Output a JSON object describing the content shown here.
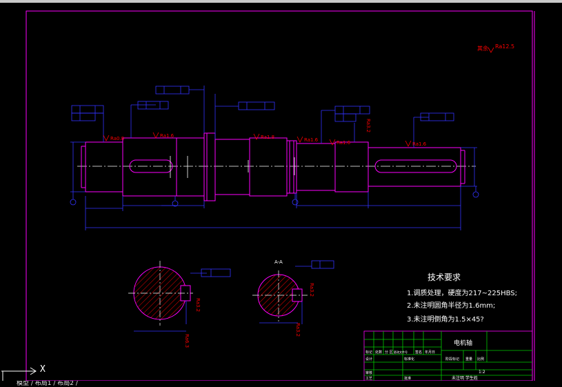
{
  "drawing": {
    "roughness_note": "其余",
    "roughness_value_main": "Ra12.5",
    "roughness_labels": [
      "Ra0.8",
      "Ra1.6",
      "Ra1.8",
      "Ra1.6",
      "Ra1.6",
      "Ra1.6",
      "Ra3.2",
      "Ra3.2",
      "Ra6.3",
      "Ra3.2",
      "Ra3.2",
      "Ra3.2"
    ],
    "section_label": "A-A",
    "tech_title": "技术要求",
    "tech_items": [
      "1.调质处理，硬度为217~225HBS;",
      "2.未注明圆角半径为1.6mm;",
      "3.未注明倒角为1.5×45?"
    ],
    "title_block": {
      "part_name": "电机轴",
      "scale": "1:2",
      "school": "未注明 学生姓",
      "headers": [
        "标记",
        "处数",
        "分 区",
        "更改文件号",
        "签名",
        "年月日"
      ],
      "rows": [
        "设计",
        "标准化",
        "审核",
        "工艺",
        "批准"
      ],
      "cols": [
        "阶段标记",
        "重量",
        "比例"
      ]
    },
    "axis_label": "X",
    "status_text": "模型 / 布局1 / 布局2 /"
  },
  "colors": {
    "background": "#000000",
    "border": "#ff00ff",
    "geometry": "#ff00ff",
    "dimension": "#0000ff",
    "text_red": "#ff0000",
    "text_white": "#ffffff",
    "grid_green": "#00cc00",
    "hatch": "#ff0000"
  }
}
